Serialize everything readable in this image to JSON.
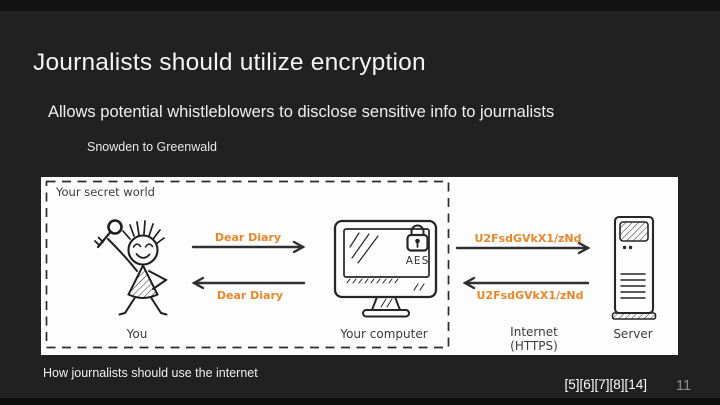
{
  "slide": {
    "title": "Journalists should utilize encryption",
    "subtitle": "Allows potential whistleblowers to disclose sensitive info to journalists",
    "sub_bullet": "Snowden to Greenwald",
    "caption": "How journalists should use the internet",
    "citations": "[5][6][7][8][14]",
    "page_number": "11"
  },
  "diagram": {
    "secret_world_label": "Your secret world",
    "actors": {
      "you": "You",
      "computer": "Your computer",
      "internet": "Internet",
      "internet_protocol": "(HTTPS)",
      "server": "Server"
    },
    "messages": {
      "plain_send": "Dear Diary",
      "plain_reply": "Dear Diary",
      "encrypted_send": "U2FsdGVkX1/zNd",
      "encrypted_reply": "U2FsdGVkX1/zNd"
    },
    "encryption_label": "AES"
  },
  "colors": {
    "background": "#212121",
    "panel": "#fdfdfd",
    "accent_orange": "#e8872a",
    "ink": "#262626",
    "label_gray": "#3b3b3b",
    "page_number_gray": "#8f8f8f"
  }
}
